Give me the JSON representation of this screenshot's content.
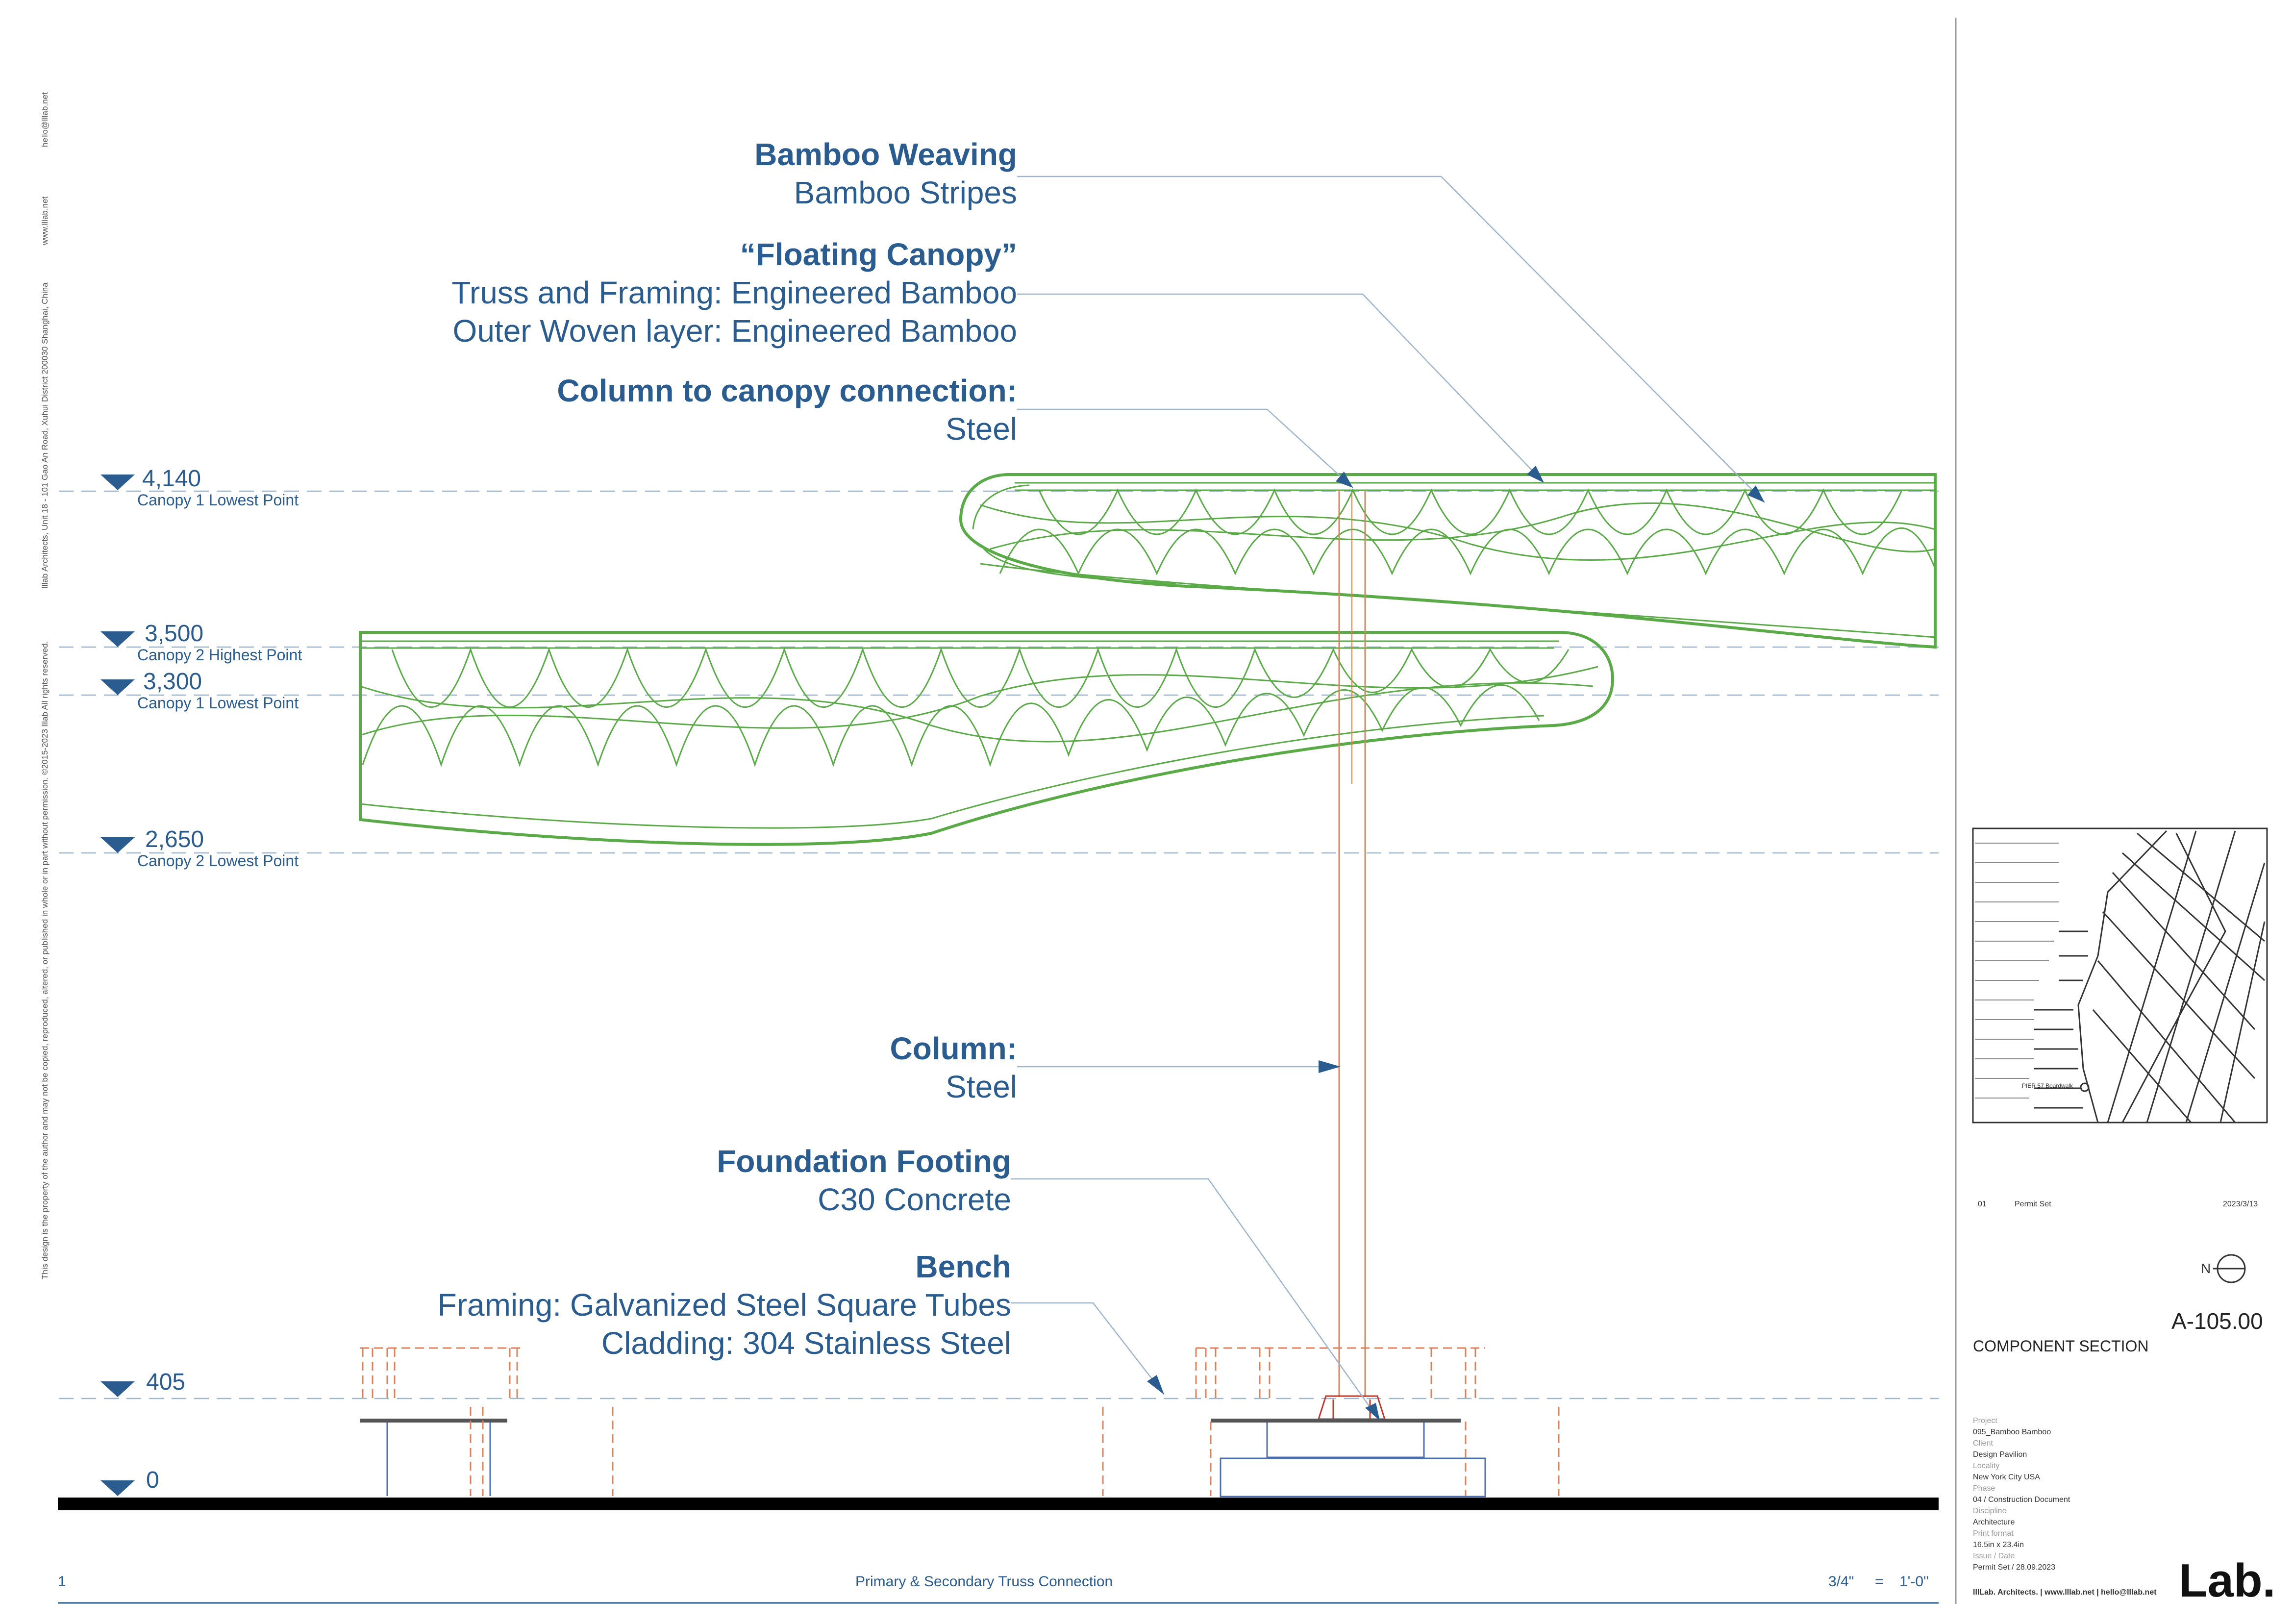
{
  "callouts": [
    {
      "title": "Bamboo Weaving",
      "lines": [
        "Bamboo Stripes"
      ]
    },
    {
      "title": "“Floating Canopy”",
      "lines": [
        "Truss and Framing: Engineered Bamboo",
        "Outer Woven layer: Engineered Bamboo"
      ]
    },
    {
      "title": "Column to canopy connection:",
      "lines": [
        "Steel"
      ]
    },
    {
      "title": "Column:",
      "lines": [
        "Steel"
      ]
    },
    {
      "title": "Foundation Footing",
      "lines": [
        "C30 Concrete"
      ]
    },
    {
      "title": "Bench",
      "lines": [
        "Framing: Galvanized Steel Square Tubes",
        "Cladding: 304 Stainless Steel"
      ]
    }
  ],
  "levels": [
    {
      "value": "4,140",
      "label": "Canopy 1 Lowest Point"
    },
    {
      "value": "3,500",
      "label": "Canopy 2 Highest Point"
    },
    {
      "value": "3,300",
      "label": "Canopy 1 Lowest Point"
    },
    {
      "value": "2,650",
      "label": "Canopy 2 Lowest Point"
    },
    {
      "value": "405",
      "label": ""
    },
    {
      "value": "0",
      "label": ""
    }
  ],
  "side_text": {
    "email": "hello@lllab.net",
    "web": "www.lllab.net",
    "address": "lllab Architects,  Unit 18 - 101 Gao An Road, Xuhui District 200030  Shanghai, China",
    "copyright": "This design is the property of the author and may not be copied, reproduced, altered, or published in whole or in part without permission. ©2015-2023 lllab All rights reserved."
  },
  "footer": {
    "number": "1",
    "title": "Primary & Secondary Truss Connection",
    "scale_left": "3/4\"",
    "scale_eq": "=",
    "scale_right": "1'-0\""
  },
  "map": {
    "label": "PIER 57 Boardwalk"
  },
  "revision": {
    "no": "01",
    "desc": "Permit Set",
    "date": "2023/3/13"
  },
  "north_label": "N",
  "sheet_number": "A-105.00",
  "sheet_title": "COMPONENT SECTION",
  "project_info": [
    {
      "label": "Project",
      "value": "095_Bamboo Bamboo"
    },
    {
      "label": "Client",
      "value": "Design Pavilion"
    },
    {
      "label": "Locality",
      "value": "New York City USA"
    },
    {
      "label": "Phase",
      "value": "04 / Construction Document"
    },
    {
      "label": "Discipline",
      "value": "Architecture"
    },
    {
      "label": "Print format",
      "value": "16.5in x 23.4in"
    },
    {
      "label": "Issue / Date",
      "value": "Permit Set /  28.09.2023"
    }
  ],
  "office_line": "lllLab. Architects.  |  www.lllab.net  |  hello@lllab.net",
  "logo": "Lab.",
  "colors": {
    "annotation": "#2b5c8f",
    "bamboo": "#5aaa48",
    "steel": "#e0805a",
    "ground": "#000000"
  }
}
